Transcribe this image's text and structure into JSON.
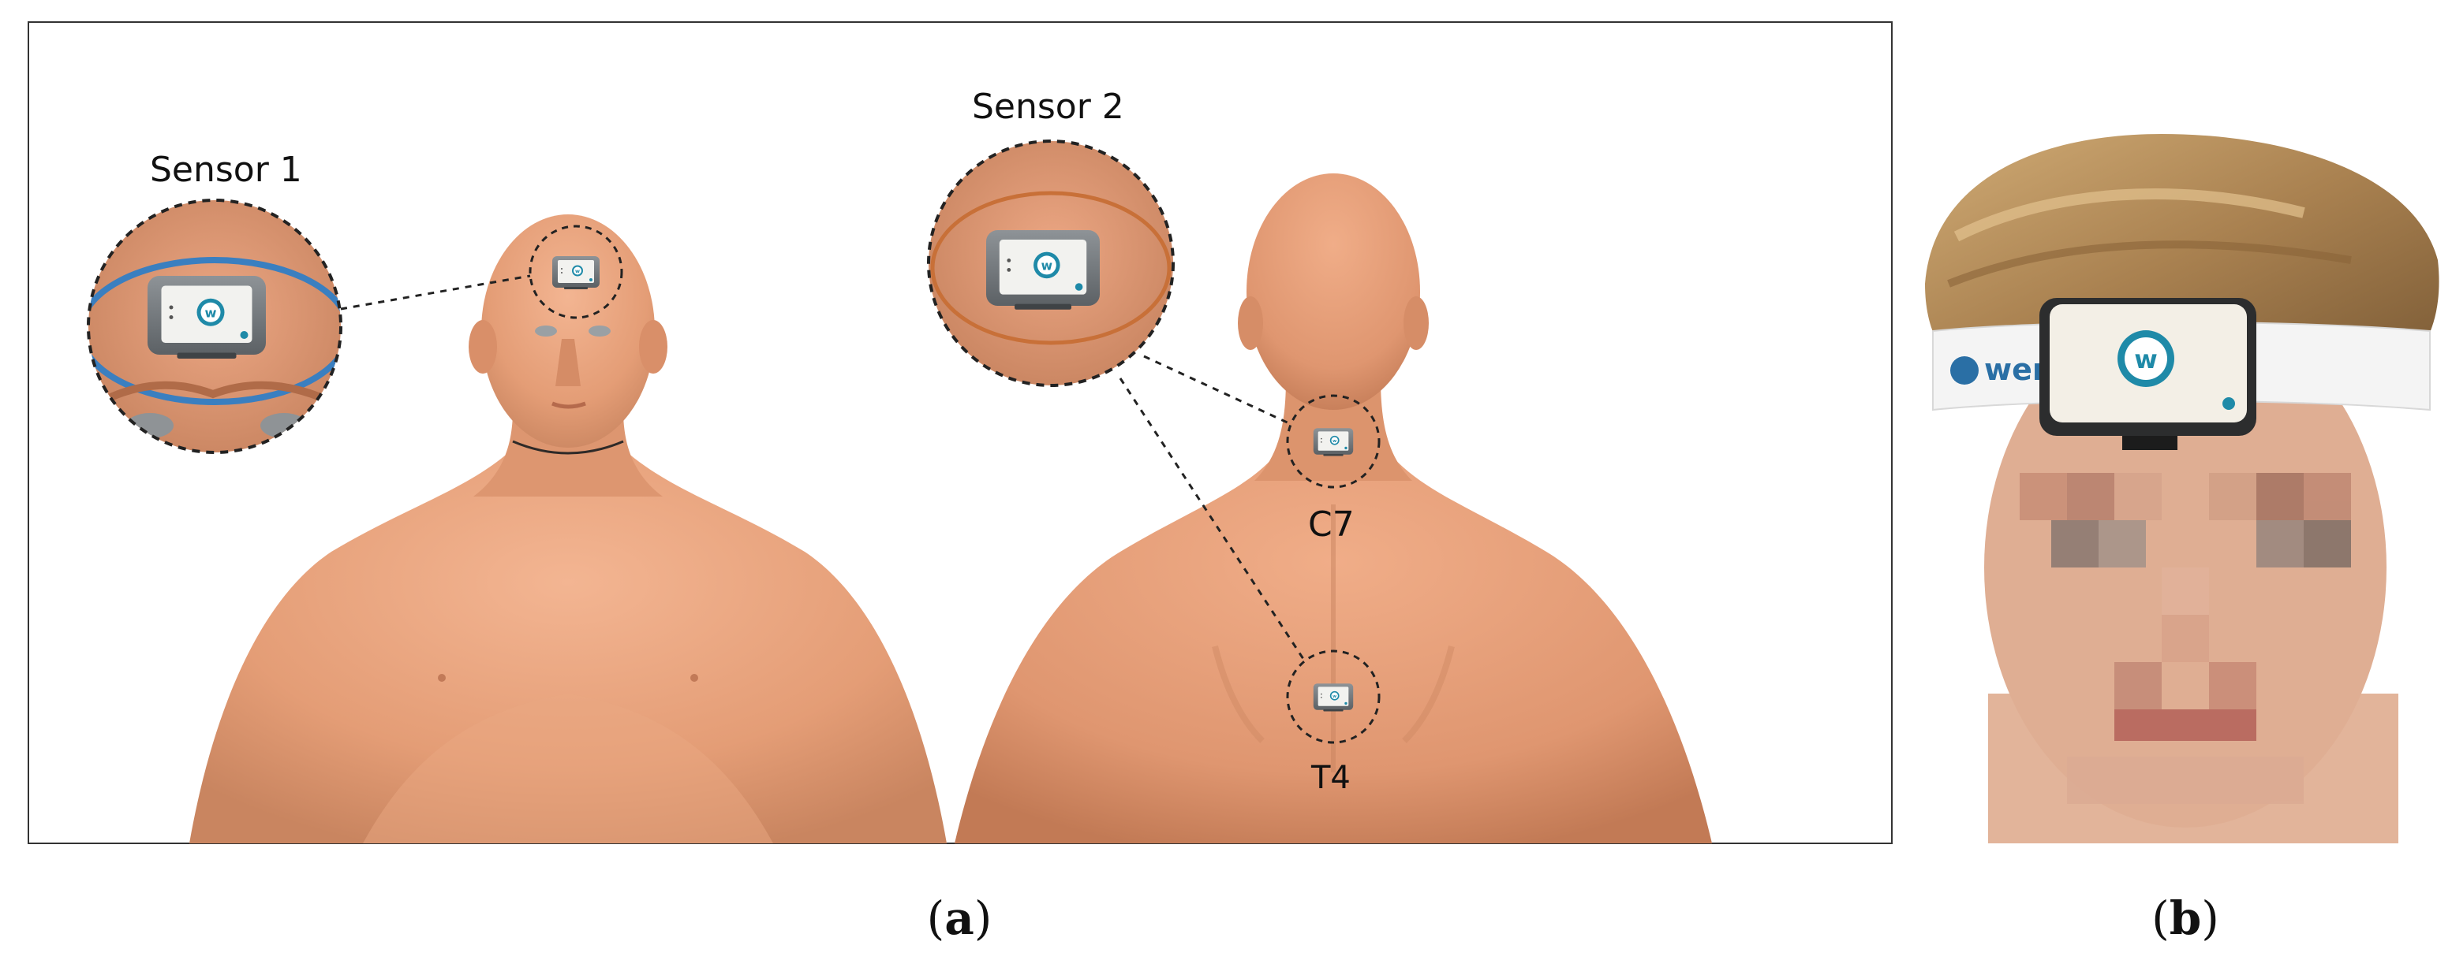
{
  "labels": {
    "sensor1": "Sensor 1",
    "sensor2": "Sensor 2",
    "c7": "C7",
    "t4": "T4"
  },
  "captions": {
    "a_open": "(",
    "a_letter": "a",
    "a_close": ")",
    "b_open": "(",
    "b_letter": "b",
    "b_close": ")"
  },
  "colors": {
    "skin": "#e7a27c",
    "skin_dark": "#c97d58",
    "device_body": "#6f7478",
    "device_screen": "#f2f2ef",
    "logo_teal": "#1f8aa8",
    "strap_blue": "#3a7fc0",
    "hair": "#b58e5a"
  },
  "icons": [
    "weriun-sensor-device",
    "weriun-logo-icon",
    "headband"
  ]
}
